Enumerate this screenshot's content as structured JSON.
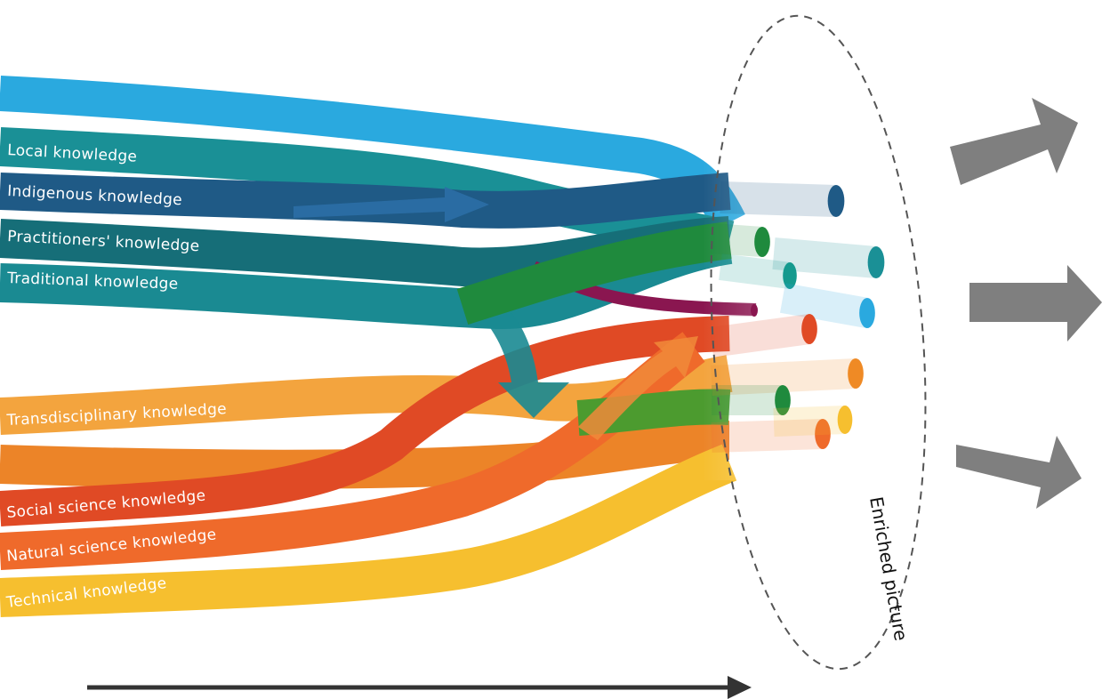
{
  "streams": [
    {
      "label": "",
      "color": "#2aa9df"
    },
    {
      "label": "Local knowledge",
      "color": "#1a9096"
    },
    {
      "label": "Indigenous knowledge",
      "color": "#1f5a86"
    },
    {
      "label": "Practitioners' knowledge",
      "color": "#166e78"
    },
    {
      "label": "Traditional knowledge",
      "color": "#1a8a92"
    },
    {
      "label": "Transdisciplinary knowledge",
      "color": "#f3a43e"
    },
    {
      "label": "",
      "color": "#ec8428"
    },
    {
      "label": "Social science knowledge",
      "color": "#e04a25"
    },
    {
      "label": "Natural science knowledge",
      "color": "#ef6a2b"
    },
    {
      "label": "Technical knowledge",
      "color": "#f6bf2f"
    }
  ],
  "outputs": [
    {
      "color": "#1f5a86"
    },
    {
      "color": "#1a9096"
    },
    {
      "color": "#159a8e"
    },
    {
      "color": "#2aa9df"
    },
    {
      "color": "#1f8a3d"
    },
    {
      "color": "#8a1650"
    },
    {
      "color": "#e04a25"
    },
    {
      "color": "#ef8a25"
    },
    {
      "color": "#1f8a3d"
    },
    {
      "color": "#ef6a2b"
    },
    {
      "color": "#f6bf2f"
    }
  ],
  "enriched_label": "Enriched picture",
  "colors": {
    "arrow": "#7f7f7f",
    "axis": "#333333",
    "ellipse": "#555555"
  }
}
